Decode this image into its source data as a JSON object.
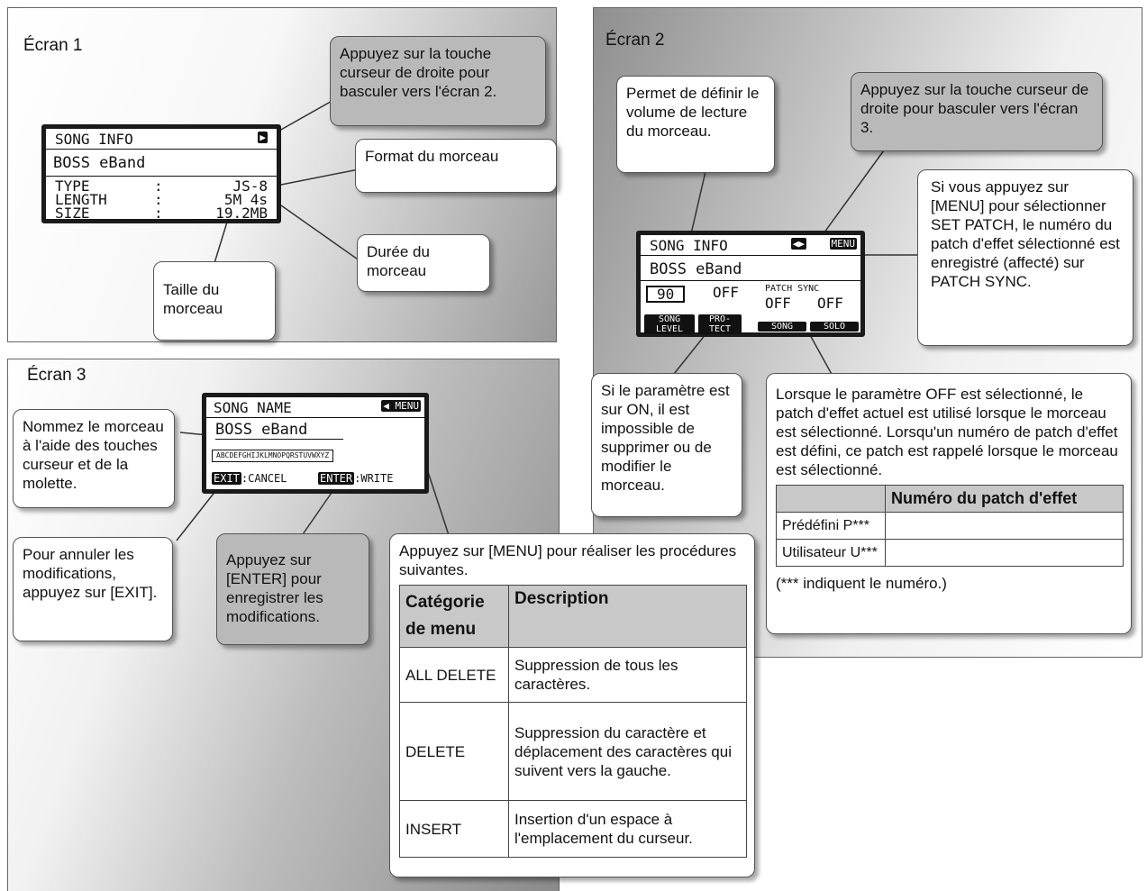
{
  "ecran1": {
    "title": "Écran 1",
    "lcd": {
      "header": "SONG INFO",
      "song_name": "BOSS eBand",
      "rows": [
        {
          "label": "TYPE",
          "sep": ":",
          "value": "JS-8"
        },
        {
          "label": "LENGTH",
          "sep": ":",
          "value": "5M 4s"
        },
        {
          "label": "SIZE",
          "sep": ":",
          "value": "19.2MB"
        }
      ]
    },
    "callout_cursor": "Appuyez sur la touche curseur de droite pour basculer vers l'écran 2.",
    "callout_format": "Format du morceau",
    "callout_duree": "Durée du morceau",
    "callout_taille": "Taille du morceau"
  },
  "ecran2": {
    "title": "Écran 2",
    "lcd": {
      "header": "SONG INFO",
      "menu_label": "MENU",
      "song_name": "BOSS eBand",
      "level_value": "90",
      "protect_value": "OFF",
      "patch_sync_label": "PATCH SYNC",
      "patch_sync_song": "OFF",
      "patch_sync_solo": "OFF",
      "tab_song_level": "SONG LEVEL",
      "tab_protect": "PRO- TECT",
      "tab_song": "SONG",
      "tab_solo": "SOLO"
    },
    "callout_volume": "Permet de définir le volume de lecture du morceau.",
    "callout_cursor": "Appuyez sur la touche curseur de droite pour basculer vers l'écran 3.",
    "callout_menu": "Si vous appuyez sur [MENU] pour sélectionner SET PATCH, le numéro du patch d'effet sélectionné est enregistré (affecté) sur PATCH SYNC.",
    "callout_protect": "Si le paramètre est sur ON, il est impossible de supprimer ou de modifier le morceau.",
    "callout_patch_sync": "Lorsque le paramètre OFF est sélectionné, le patch d'effet actuel est utilisé lorsque le morceau est sélectionné. Lorsqu'un numéro de patch d'effet est défini, ce patch est rappelé lorsque le morceau est sélectionné.",
    "table": {
      "header": "Numéro du patch d'effet",
      "rows": [
        {
          "label": "Prédéfini P***",
          "value": ""
        },
        {
          "label": "Utilisateur U***",
          "value": ""
        }
      ]
    },
    "footnote": "(*** indiquent le numéro.)"
  },
  "ecran3": {
    "title": "Écran 3",
    "lcd": {
      "header": "SONG NAME",
      "menu_label": "MENU",
      "song_name": "BOSS eBand",
      "charset": "ABCDEFGHIJKLMNOPQRSTUVWXYZ",
      "exit_key": "EXIT",
      "exit_action": ":CANCEL",
      "enter_key": "ENTER",
      "enter_action": ":WRITE"
    },
    "callout_nommez": "Nommez le morceau à l'aide des touches curseur et de la molette.",
    "callout_annuler": "Pour annuler les modifications, appuyez sur [EXIT].",
    "callout_enter": "Appuyez sur [ENTER] pour enregistrer les modifications.",
    "menu_intro": "Appuyez sur [MENU] pour réaliser les procédures suivantes.",
    "menu_table": {
      "col_category": "Catégorie de menu",
      "col_description": "Description",
      "rows": [
        {
          "category": "ALL DELETE",
          "description": "Suppression de tous les caractères."
        },
        {
          "category": "DELETE",
          "description": "Suppression du caractère et déplacement des caractères qui suivent vers la gauche."
        },
        {
          "category": "INSERT",
          "description": "Insertion d'un espace à l'emplacement du curseur."
        }
      ]
    }
  },
  "colors": {
    "callout_gray": "#b9b9b9",
    "lcd_frame": "#1a1a1a",
    "table_header": "#c8c8c8"
  }
}
